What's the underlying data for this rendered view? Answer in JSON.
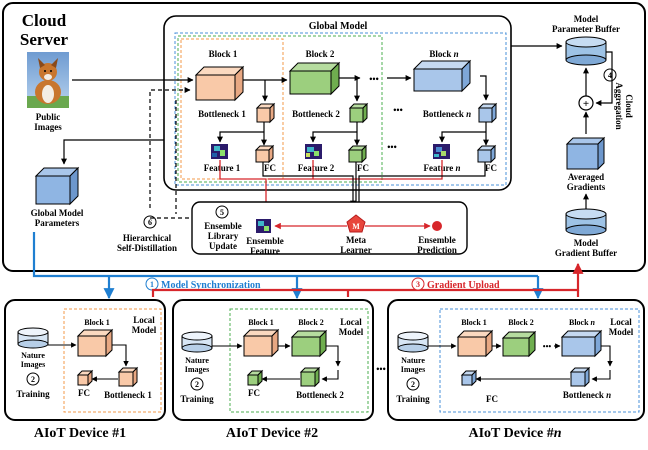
{
  "colors": {
    "orange_block": "#f9c9a8",
    "green_block": "#9ccf7e",
    "blue_block": "#a9c6ea",
    "dark_blue_block": "#7ea7d8",
    "orange_dash": "#f39a4a",
    "green_dash": "#4caf50",
    "blue_dash": "#4a90d9",
    "sync_blue": "#1f7fd1",
    "upload_red": "#d7262b",
    "cylinder_blue": "#9ec3e6"
  },
  "cloud": {
    "title_line1": "Cloud",
    "title_line2": "Server",
    "public_images_line1": "Public",
    "public_images_line2": "Images",
    "global_model_params_line1": "Global Model",
    "global_model_params_line2": "Parameters",
    "hsd_step": "6",
    "hsd_line1": "Hierarchical",
    "hsd_line2": "Self-Distillation"
  },
  "global_model": {
    "title": "Global Model",
    "block1": "Block 1",
    "block2": "Block 2",
    "blockn_prefix": "Block ",
    "blockn_italic": "n",
    "bottleneck1": "Bottleneck 1",
    "bottleneck2": "Bottleneck 2",
    "bottleneckn_prefix": "Bottleneck ",
    "bottleneckn_italic": "n",
    "feature1": "Feature 1",
    "feature2": "Feature 2",
    "featuren_prefix": "Feature ",
    "featuren_italic": "n",
    "fc": "FC",
    "dots": "•••"
  },
  "ensemble": {
    "step": "5",
    "library_line1": "Ensemble",
    "library_line2": "Library",
    "library_line3": "Update",
    "feature_line1": "Ensemble",
    "feature_line2": "Feature",
    "meta_line1": "Meta",
    "meta_line2": "Learner",
    "meta_symbol": "M",
    "pred_line1": "Ensemble",
    "pred_line2": "Prediction"
  },
  "right_panel": {
    "param_buffer_line1": "Model",
    "param_buffer_line2": "Parameter Buffer",
    "aggregation_step": "4",
    "aggregation_line1": "Cloud",
    "aggregation_line2": "Aggregation",
    "plus": "+",
    "averaged_line1": "Averaged",
    "averaged_line2": "Gradients",
    "grad_buffer_line1": "Model",
    "grad_buffer_line2": "Gradient Buffer"
  },
  "flows": {
    "sync_step": "1",
    "sync_label": "Model Synchronization",
    "upload_step": "3",
    "upload_label": "Gradient Upload"
  },
  "devices": [
    {
      "caption": "AIoT Device #1",
      "nature_line1": "Nature",
      "nature_line2": "Images",
      "training_step": "2",
      "training_label": "Training",
      "local_line1": "Local",
      "local_line2": "Model",
      "block_a": "Block 1",
      "fc": "FC",
      "bottleneck": "Bottleneck 1"
    },
    {
      "caption": "AIoT Device #2",
      "nature_line1": "Nature",
      "nature_line2": "Images",
      "training_step": "2",
      "training_label": "Training",
      "local_line1": "Local",
      "local_line2": "Model",
      "block_a": "Block 1",
      "block_b": "Block 2",
      "fc": "FC",
      "bottleneck": "Bottleneck 2"
    },
    {
      "caption_prefix": "AIoT Device #",
      "caption_italic": "n",
      "nature_line1": "Nature",
      "nature_line2": "Images",
      "training_step": "2",
      "training_label": "Training",
      "local_line1": "Local",
      "local_line2": "Model",
      "block_a": "Block 1",
      "block_b": "Block 2",
      "block_n_prefix": "Block ",
      "block_n_italic": "n",
      "fc": "FC",
      "bottleneck_prefix": "Bottleneck ",
      "bottleneck_italic": "n",
      "dots": "•••"
    }
  ],
  "between_devices_dots": "•••"
}
